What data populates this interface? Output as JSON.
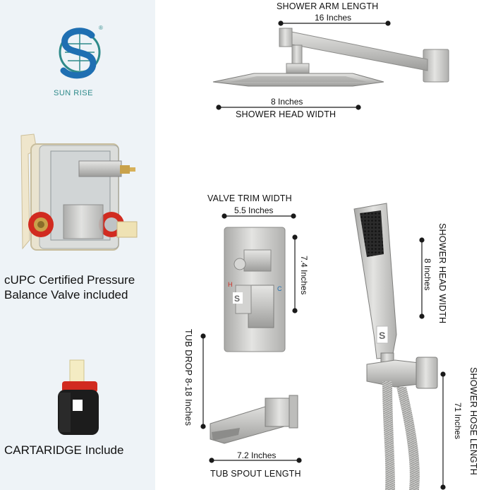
{
  "brand": {
    "name": "SUN RISE",
    "registered": "®",
    "mark": "S"
  },
  "captions": {
    "valve": [
      "cUPC Certified Pressure",
      "Balance Valve included"
    ],
    "cartridge": "CARTARIDGE Include"
  },
  "dimensions": {
    "shower_arm": {
      "title": "SHOWER ARM LENGTH",
      "value": "16 Inches"
    },
    "shower_head": {
      "title": "SHOWER HEAD WIDTH",
      "value": "8 Inches"
    },
    "valve_trim": {
      "title": "VALVE TRIM WIDTH",
      "value": "5.5 Inches"
    },
    "trim_height": {
      "value": "7.4 Inches"
    },
    "handheld_head": {
      "title": "SHOWER HEAD WIDTH",
      "value": "8 Inches"
    },
    "tub_drop": {
      "title": "TUB DROP 8-18 Inches"
    },
    "tub_spout": {
      "title": "TUB SPOUT LENGTH",
      "value": "7.2 Inches"
    },
    "hose": {
      "title": "SHOWER HOSE LENGTH",
      "value": "71 Inches"
    }
  },
  "trim_marks": {
    "hot": "H",
    "cold": "C"
  },
  "colors": {
    "left_panel": "#eef3f7",
    "brand_teal": "#2e8a8a",
    "brand_blue": "#1f6fb2",
    "brushed_nickel": "#c9c9c7",
    "dim_line": "#1a1a1a"
  }
}
